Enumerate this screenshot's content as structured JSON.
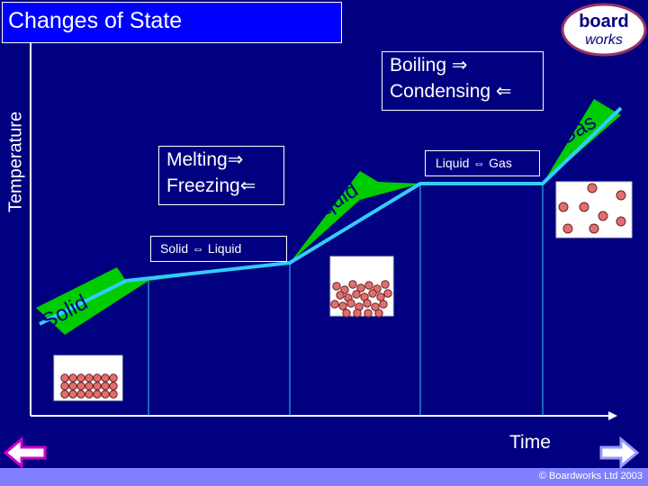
{
  "slide_title": "Changes of State",
  "axes": {
    "y_label": "Temperature",
    "x_label": "Time"
  },
  "logo": {
    "text": "boardworks",
    "line1": "board",
    "line2": "works"
  },
  "boxes": {
    "boiling": "Boiling ⇒",
    "condensing": "Condensing ⇐",
    "melting": "Melting⇒",
    "freezing": "Freezing⇐",
    "solid_liquid": "Solid  ⇔ Liquid",
    "liquid_gas": "Liquid ⇔ Gas"
  },
  "phases": {
    "solid": "Solid",
    "liquid": "Liquid",
    "gas": "Gas"
  },
  "footer": {
    "copyright": "© Boardworks Ltd 2003"
  },
  "nav": {
    "back": "back-arrow-icon",
    "forward": "forward-arrow-icon"
  },
  "colors": {
    "background": "#000080",
    "title_bg": "#0000ff",
    "curve": "#33ccff",
    "phase_band": "#00cc00",
    "particle": "#e07070",
    "arrow_fill": "#ffffff",
    "back_arrow": "#cc00cc",
    "forward_arrow": "#9999ff",
    "footer_strip": "#8080ff"
  }
}
